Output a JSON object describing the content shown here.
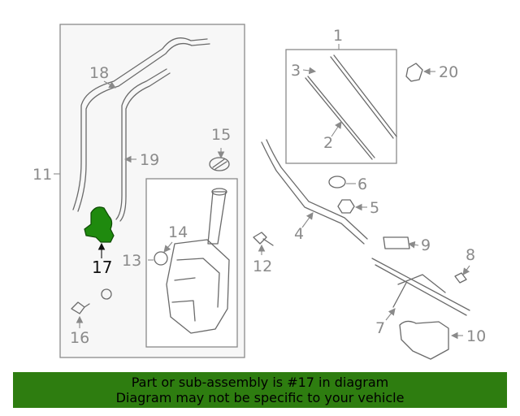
{
  "callouts": {
    "c1": "1",
    "c2": "2",
    "c3": "3",
    "c4": "4",
    "c5": "5",
    "c6": "6",
    "c7": "7",
    "c8": "8",
    "c9": "9",
    "c10": "10",
    "c11": "11",
    "c12": "12",
    "c13": "13",
    "c14": "14",
    "c15": "15",
    "c16": "16",
    "c17": "17",
    "c18": "18",
    "c19": "19",
    "c20": "20"
  },
  "highlight": {
    "part": "17",
    "color": "#1f8a0e"
  },
  "banner": {
    "line1": "Part or sub-assembly is #17 in diagram",
    "line2": "Diagram may not be specific to your vehicle",
    "color": "#2e7d10"
  }
}
